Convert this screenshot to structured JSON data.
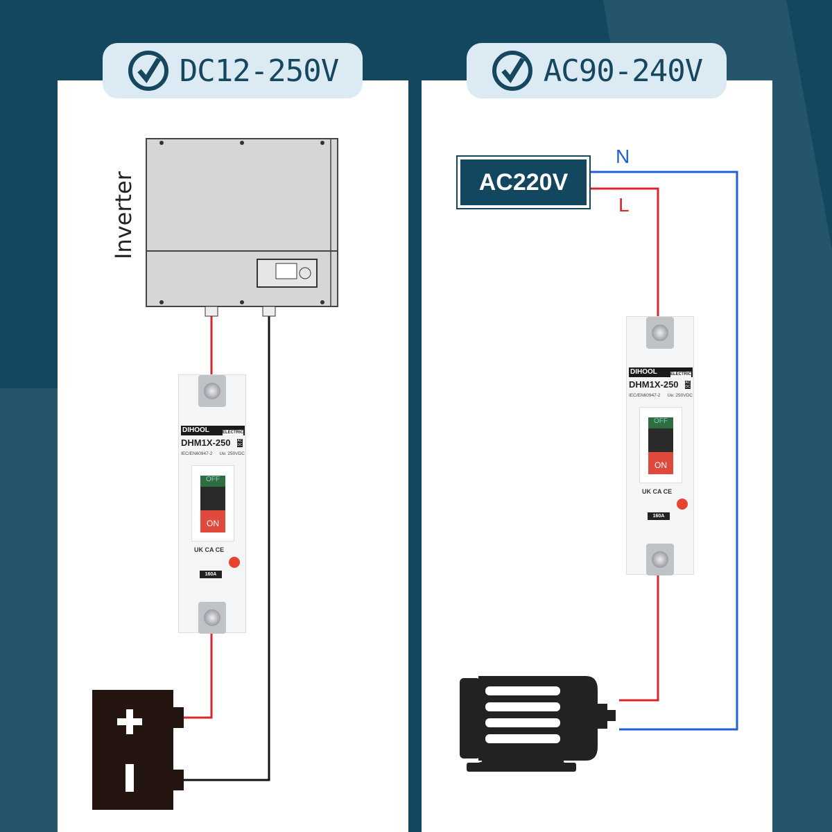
{
  "colors": {
    "background": "#13475f",
    "pill": "#dcebf3",
    "wire_red": "#d9262b",
    "wire_blue": "#1f5fd6",
    "wire_black": "#111111"
  },
  "left": {
    "badge": "DC12-250V",
    "badge_icon": "check-circle-icon",
    "device_label": "Inverter"
  },
  "right": {
    "badge": "AC90-240V",
    "badge_icon": "check-circle-icon",
    "source_label": "AC220V",
    "neutral_label": "N",
    "line_label": "L"
  },
  "breaker": {
    "brand": "DIHOOL",
    "brand_sub": "ELECTRIC",
    "model": "DHM1X-250",
    "acdc": "AC DC",
    "standard": "IEC/EN60947-2",
    "rating_voltage": "Ue: 250VDC",
    "off": "OFF",
    "on": "ON",
    "certs": "UK CA  CE",
    "current": "160A"
  }
}
